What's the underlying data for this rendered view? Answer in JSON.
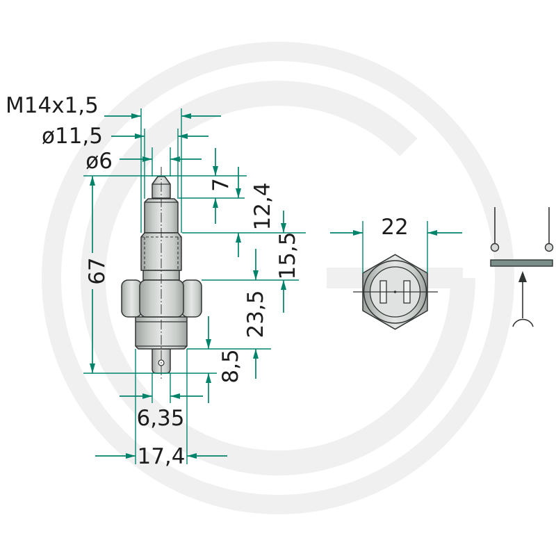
{
  "dimensions": {
    "thread": "M14x1,5",
    "diameter_shaft": "ø11,5",
    "diameter_tip": "ø6",
    "tip_length": "7",
    "shaft_length": "12,4",
    "thread_length": "15,5",
    "total_length": "67",
    "body_length": "23,5",
    "terminal_length": "8,5",
    "terminal_width": "6,35",
    "body_diameter": "17,4",
    "hex_size": "22"
  },
  "colors": {
    "dimension": "#00836b",
    "part_fill": "#c9cdca",
    "outline": "#2f3331",
    "watermark": "#f0f0f0",
    "switch_bar": "#7b8f8a",
    "text": "#1c1c1c"
  }
}
